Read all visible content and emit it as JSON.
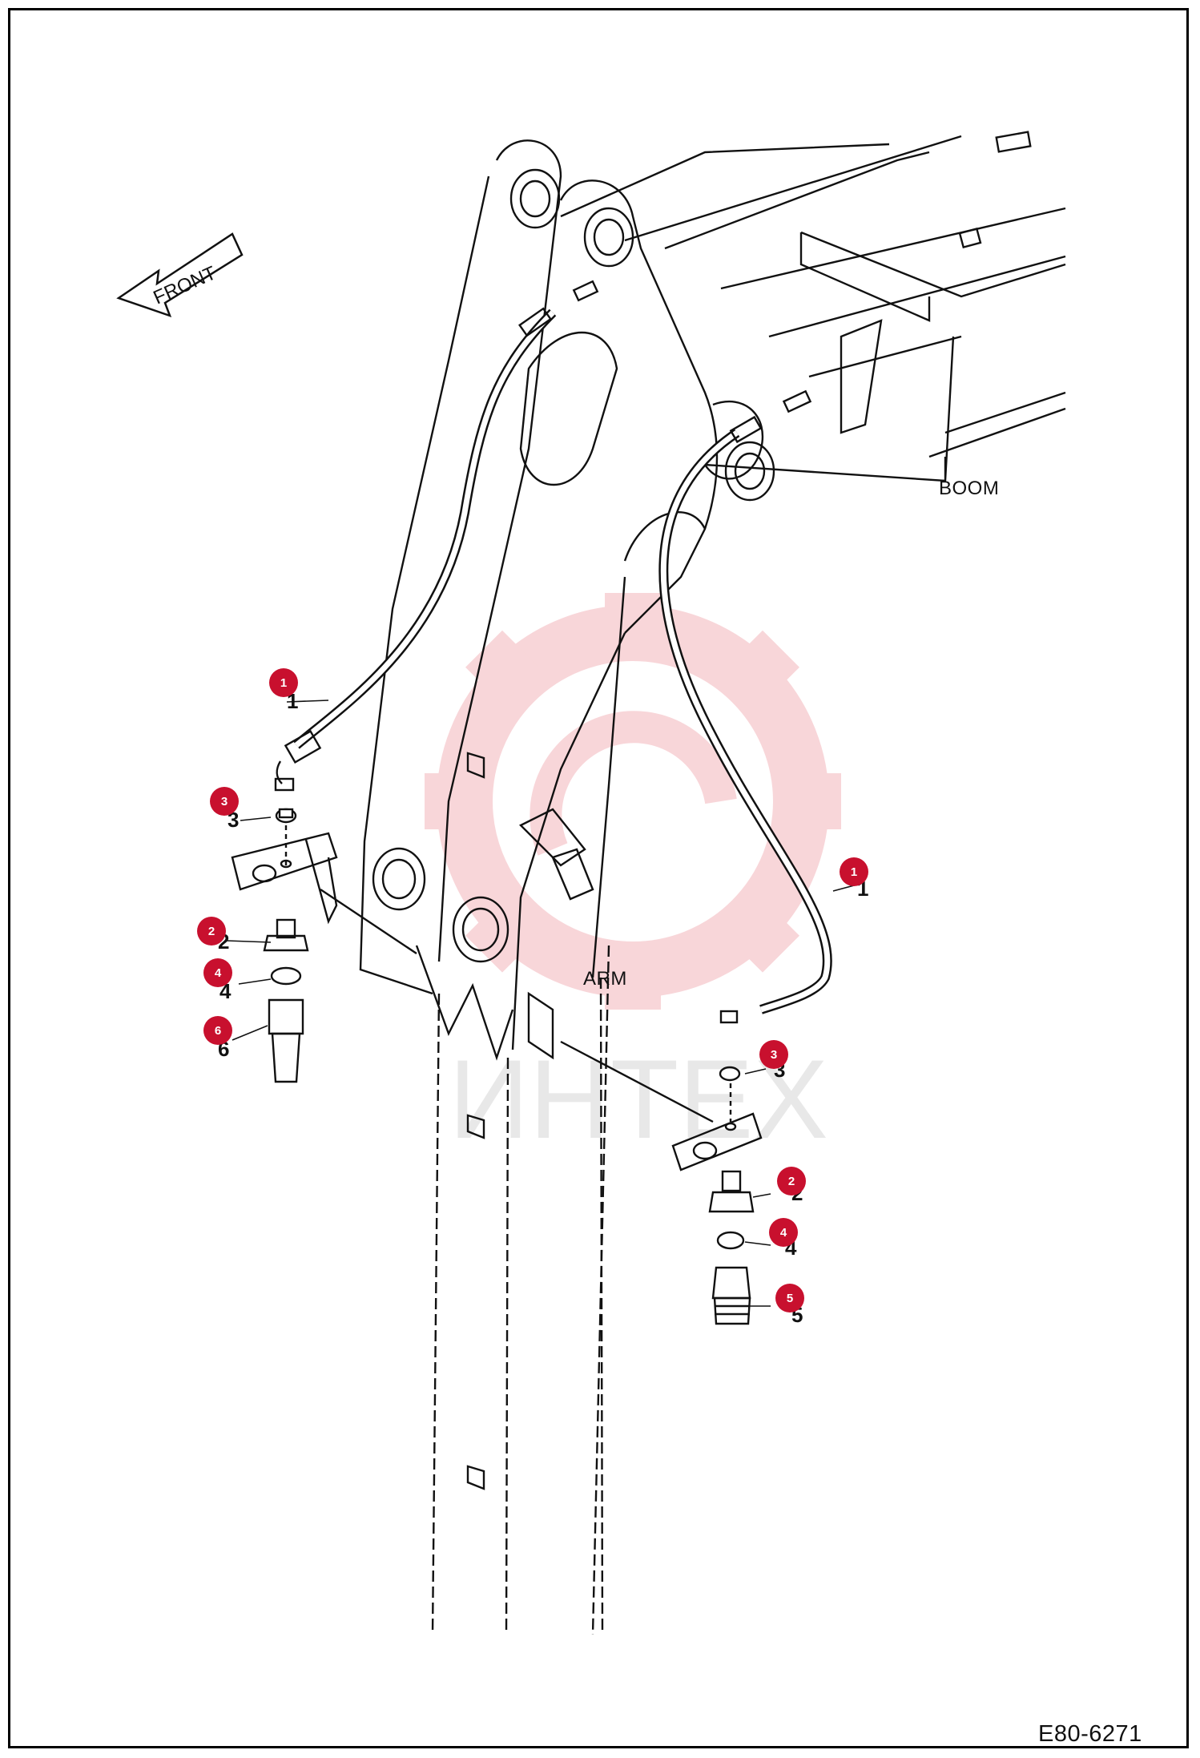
{
  "diagram": {
    "direction_label": "FRONT",
    "component_labels": {
      "boom": "BOOM",
      "arm": "ARM"
    },
    "drawing_number": "E80-6271",
    "watermark_text": "ИНТЕХ",
    "callouts": [
      {
        "id": "c1a",
        "number": "1"
      },
      {
        "id": "c1b",
        "number": "1"
      },
      {
        "id": "c2a",
        "number": "2"
      },
      {
        "id": "c2b",
        "number": "2"
      },
      {
        "id": "c3a",
        "number": "3"
      },
      {
        "id": "c3b",
        "number": "3"
      },
      {
        "id": "c4a",
        "number": "4"
      },
      {
        "id": "c4b",
        "number": "4"
      },
      {
        "id": "c5",
        "number": "5"
      },
      {
        "id": "c6",
        "number": "6"
      }
    ],
    "colors": {
      "callout": "#c8102e",
      "line": "#111111",
      "watermark": "#f6c8cc"
    }
  }
}
